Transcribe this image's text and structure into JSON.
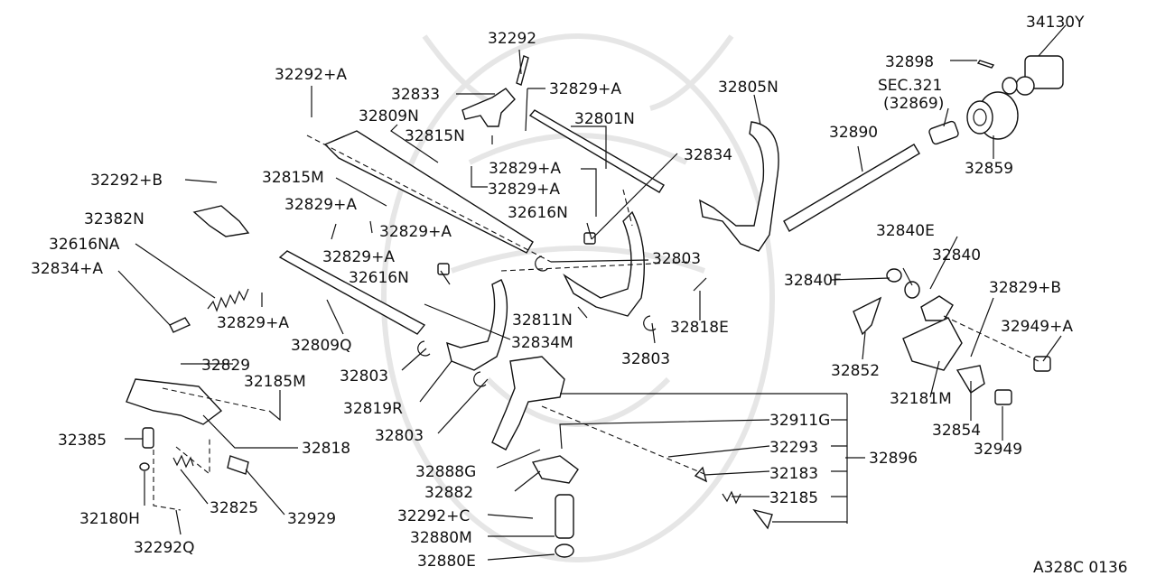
{
  "labels": {
    "p34130Y": "34130Y",
    "p32292": "32292",
    "p32292A": "32292+A",
    "p32833": "32833",
    "p32829A_top": "32829+A",
    "p32898": "32898",
    "p32805N": "32805N",
    "sec321": "SEC.321",
    "p32869": "(32869)",
    "p32809N": "32809N",
    "p32801N": "32801N",
    "p32815N": "32815N",
    "p32890": "32890",
    "p32859": "32859",
    "p32834": "32834",
    "p32292B": "32292+B",
    "p32815M": "32815M",
    "p32829A_2": "32829+A",
    "p32829A_3": "32829+A",
    "p32382N": "32382N",
    "p32829A_4": "32829+A",
    "p32616N_a": "32616N",
    "p32829A_5": "32829+A",
    "p32616NA": "32616NA",
    "p32829A_6": "32829+A",
    "p32803_a": "32803",
    "p32840E": "32840E",
    "p32840": "32840",
    "p32834A": "32834+A",
    "p32616N_b": "32616N",
    "p32840F": "32840F",
    "p32829B": "32829+B",
    "p32829A_7": "32829+A",
    "p32811N": "32811N",
    "p32949A": "32949+A",
    "p32809Q": "32809Q",
    "p32834M": "32834M",
    "p32818E": "32818E",
    "p32829": "32829",
    "p32803_b": "32803",
    "p32803_c": "32803",
    "p32852": "32852",
    "p32185M": "32185M",
    "p32181M": "32181M",
    "p32819R": "32819R",
    "p32911G": "32911G",
    "p32854": "32854",
    "p32385": "32385",
    "p32818": "32818",
    "p32803_d": "32803",
    "p32949": "32949",
    "p32293": "32293",
    "p32896": "32896",
    "p32888G": "32888G",
    "p32183": "32183",
    "p32882": "32882",
    "p32180H": "32180H",
    "p32825": "32825",
    "p32929": "32929",
    "p32185": "32185",
    "p32292C": "32292+C",
    "p32880M": "32880M",
    "p32292Q": "32292Q",
    "p32880E": "32880E",
    "code": "A328C 0136"
  }
}
